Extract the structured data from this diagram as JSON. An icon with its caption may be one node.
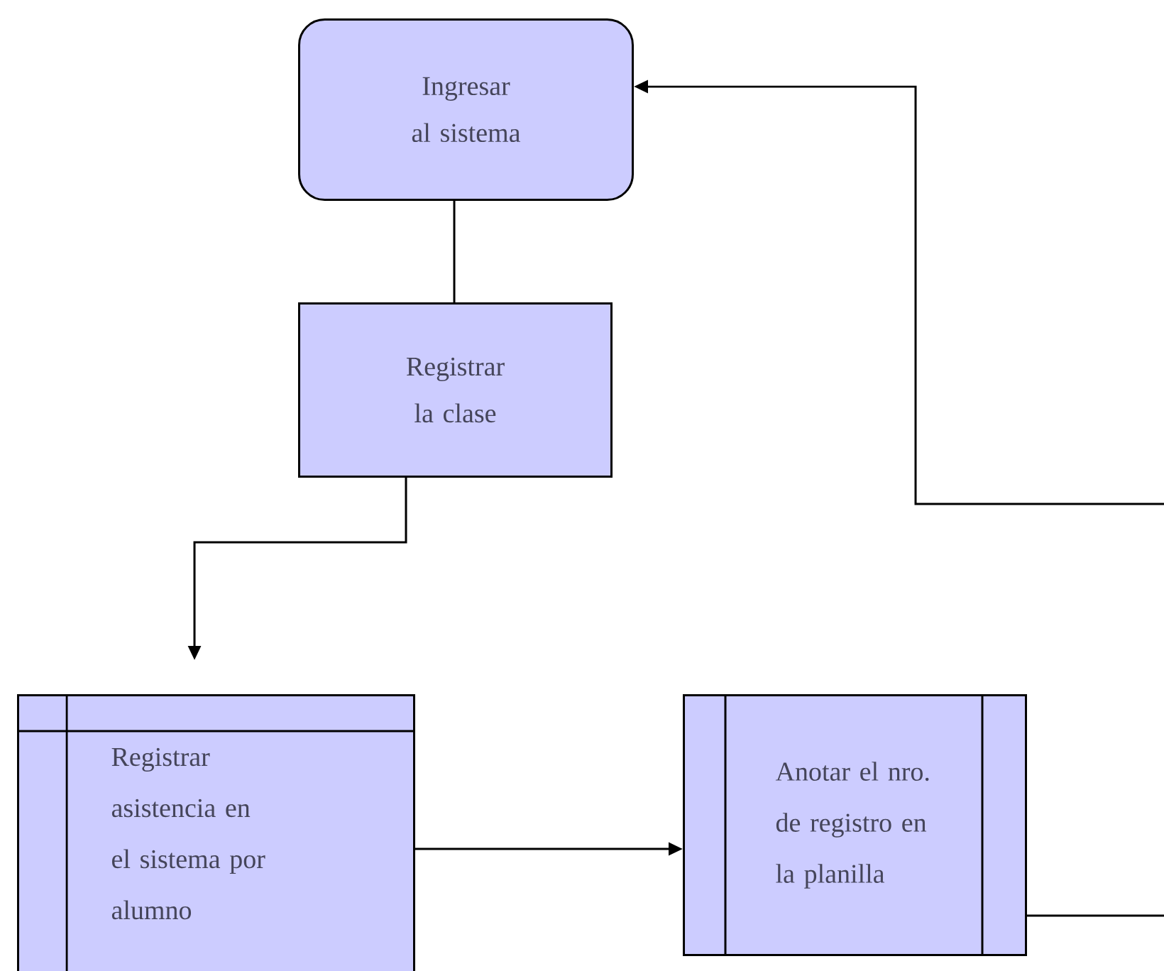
{
  "diagram": {
    "nodes": [
      {
        "text": [
          "Ingresar al sistema"
        ]
      },
      {
        "text": [
          "Registrar la clase"
        ]
      },
      {
        "text": [
          "Registrar asistencia en el sistema por alumno"
        ]
      },
      {
        "text": [
          "Anotar el nro. de registro en la planilla"
        ]
      }
    ],
    "edges": [
      {
        "from": 0,
        "to": 1,
        "arrow": "none"
      },
      {
        "from": 1,
        "to": null,
        "arrow": "to"
      },
      {
        "from": 2,
        "to": 3,
        "arrow": "to"
      },
      {
        "from": 3,
        "to": null,
        "arrow": "none"
      },
      {
        "from": null,
        "to": 0,
        "arrow": "to"
      }
    ]
  }
}
